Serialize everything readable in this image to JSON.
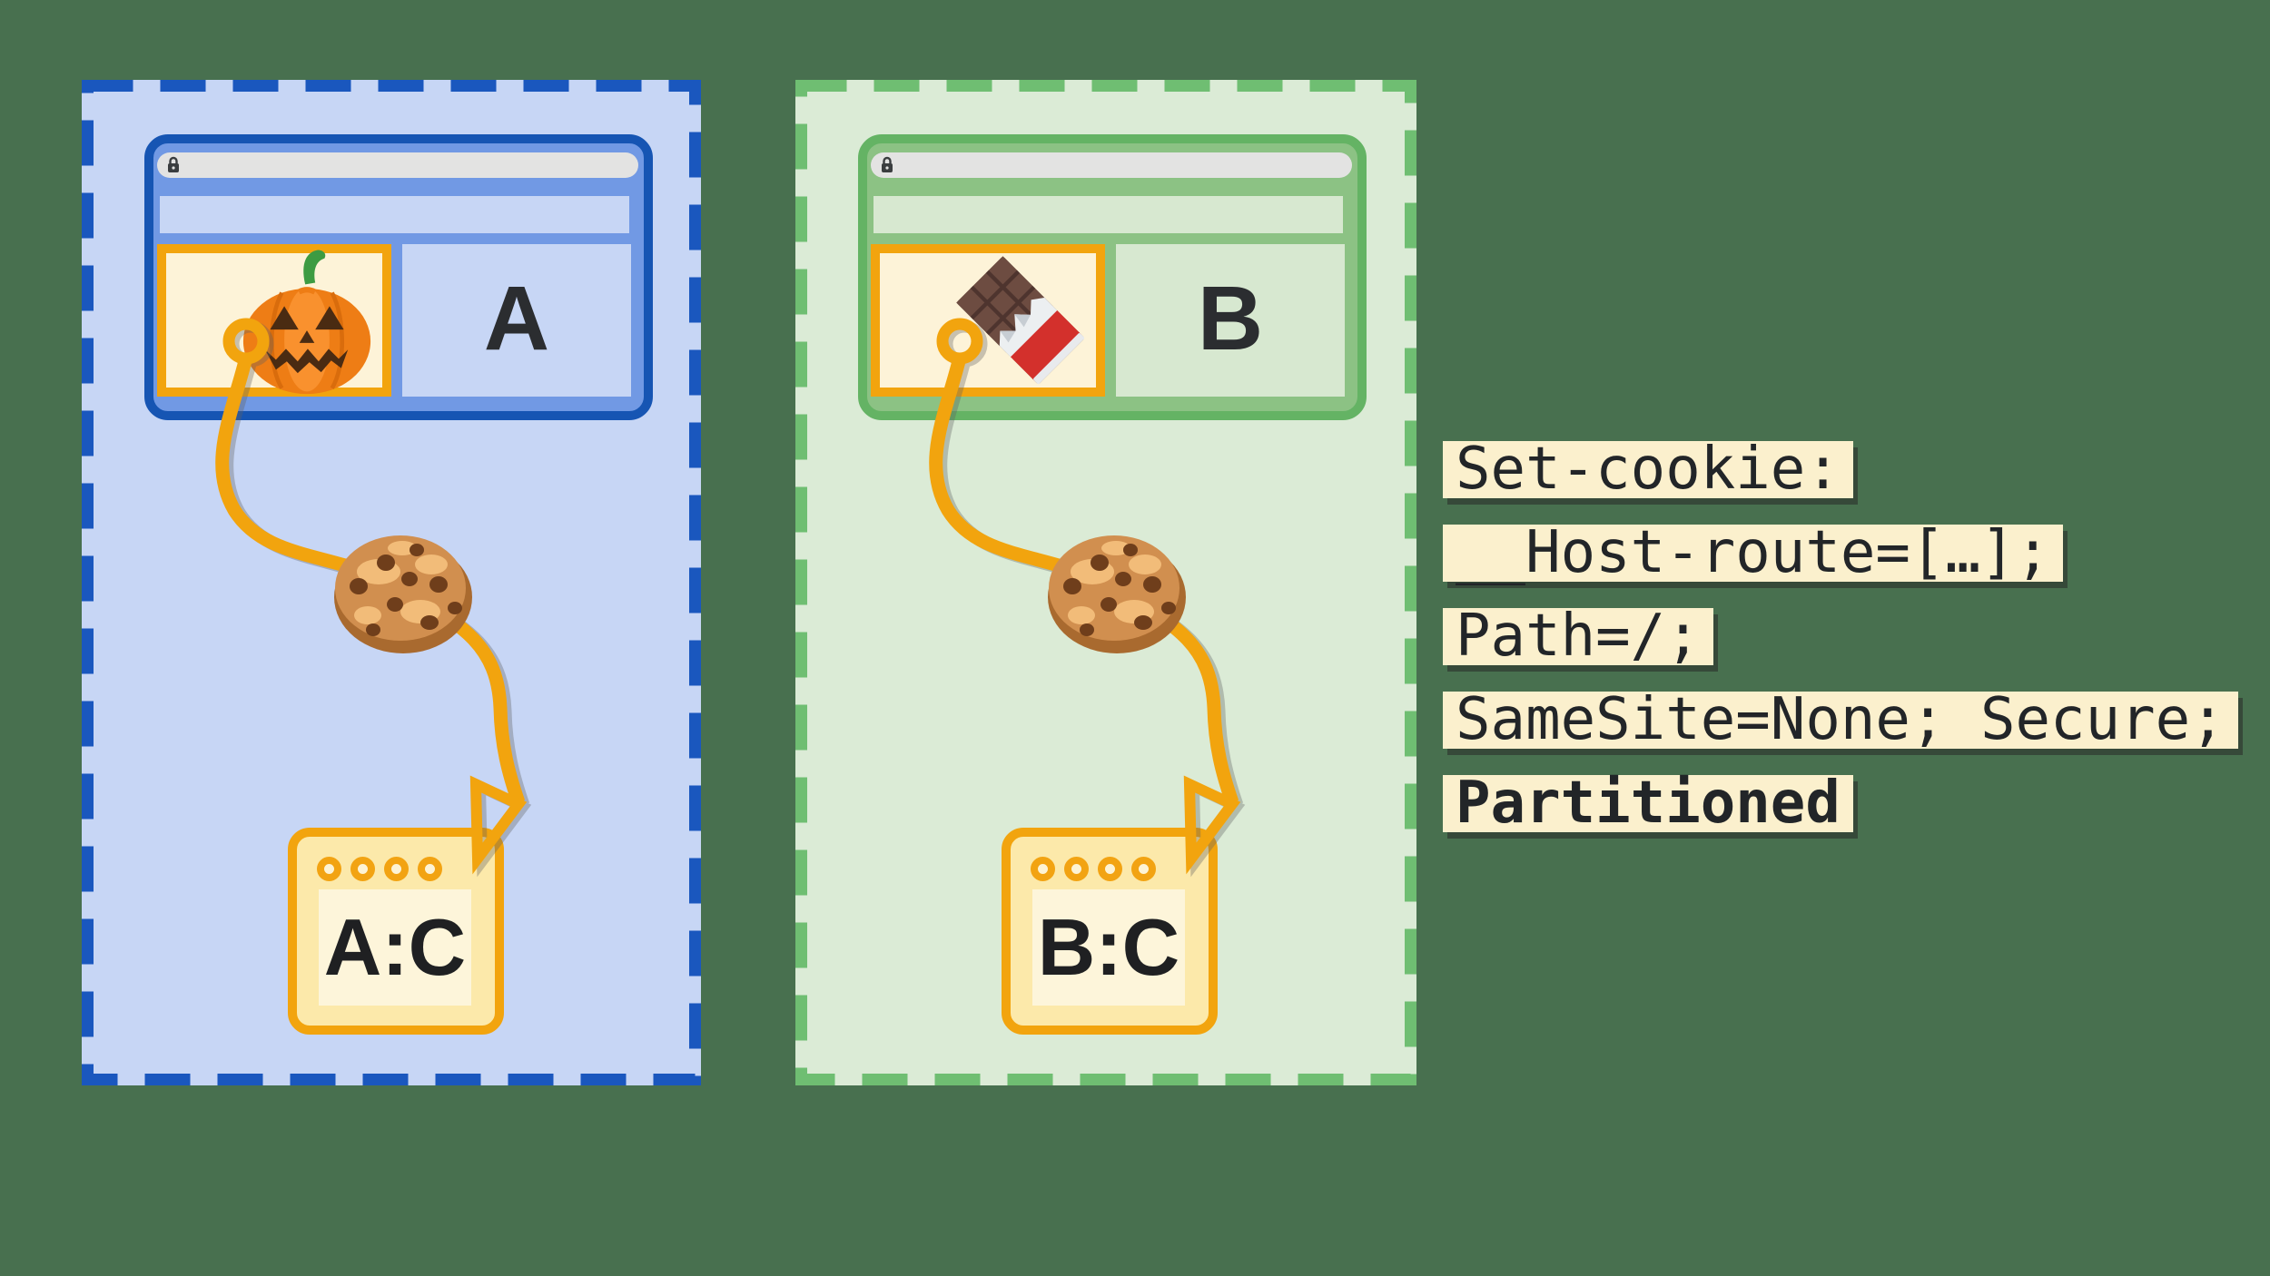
{
  "diagram": {
    "name": "partitioned-cookies-diagram",
    "background_color": "#48704F",
    "connector_color": "#F2A40E"
  },
  "sites": {
    "a": {
      "page_label": "A",
      "partition_key": "A:C",
      "embed_icon": "jack-o-lantern-pumpkin-icon",
      "cookie_icon": "chocolate-chip-cookie-icon",
      "dash_color": "#1A57BE",
      "panel_fill": "#C7D6F5",
      "window_border": "#1655B3",
      "window_fill": "#7199E4"
    },
    "b": {
      "page_label": "B",
      "partition_key": "B:C",
      "embed_icon": "chocolate-bar-icon",
      "cookie_icon": "chocolate-chip-cookie-icon",
      "dash_color": "#6FBE72",
      "panel_fill": "#DBEBD6",
      "window_border": "#64B364",
      "window_fill": "#8CC284"
    }
  },
  "shared": {
    "address_bar_fill": "#E3E3E2",
    "lock_icon": "lock-icon",
    "iframe_border": "#F2A40E",
    "iframe_fill": "#FDF3D8",
    "jar_fill": "#FCE9AA",
    "jar_inner_fill": "#FDF5DA"
  },
  "cookie_header": {
    "highlight_color": "#FBF0CD",
    "text_color": "#222528",
    "lines": [
      "Set-cookie:",
      "__Host-route=[…];",
      "Path=/;",
      "SameSite=None; Secure;",
      "Partitioned"
    ],
    "bold_line": "Partitioned"
  }
}
